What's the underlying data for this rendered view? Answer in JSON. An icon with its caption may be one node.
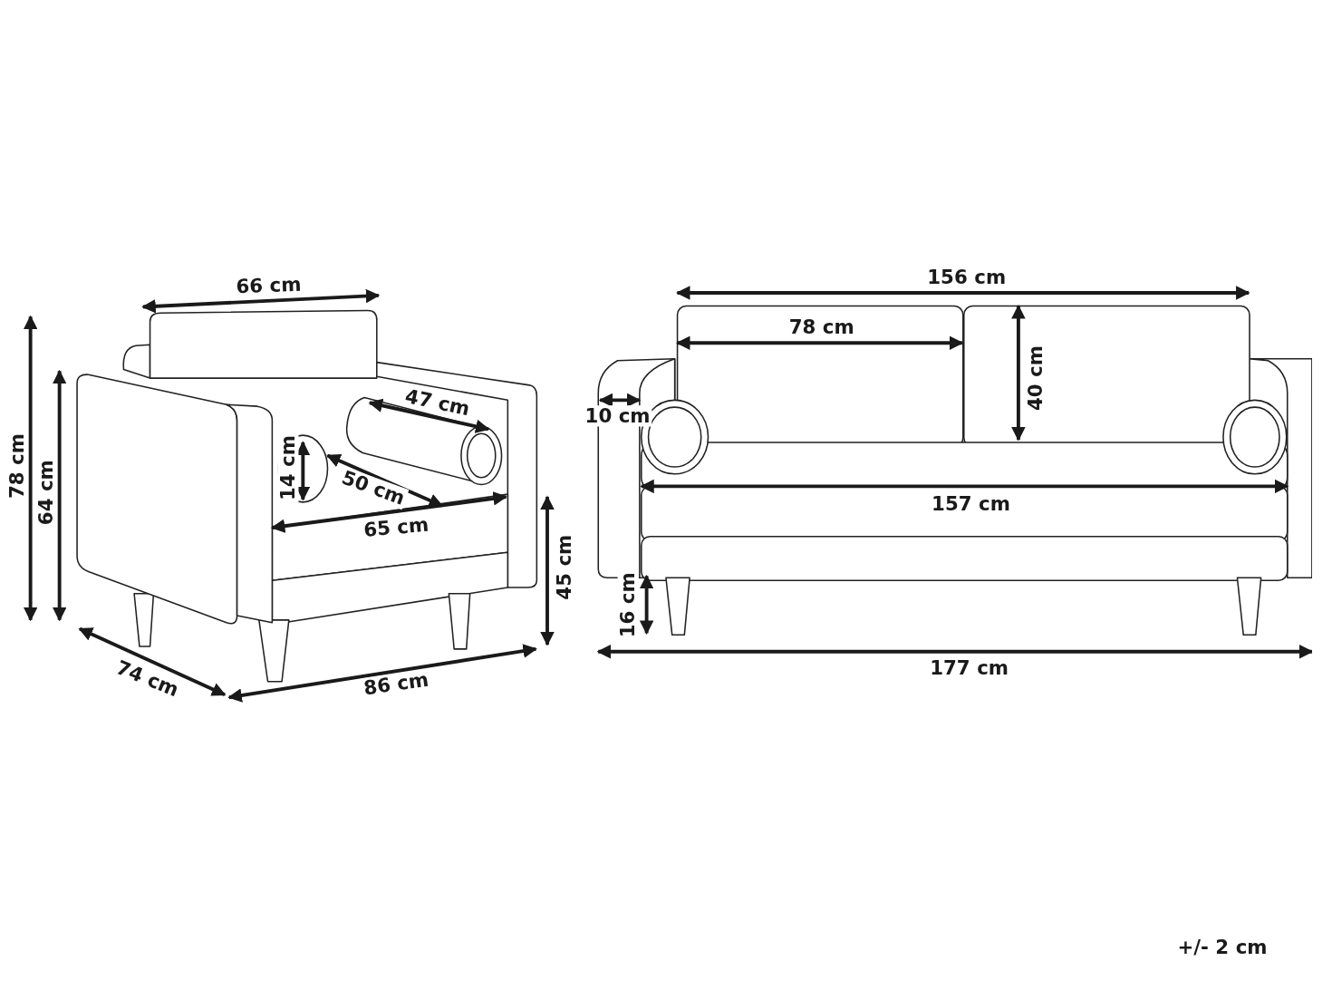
{
  "diagram": {
    "labels": [
      "78 cm",
      "64 cm",
      "66 cm",
      "47 cm",
      "14 cm",
      "50 cm",
      "65 cm",
      "45 cm",
      "74 cm",
      "86 cm",
      "156 cm",
      "78 cm",
      "40 cm",
      "10 cm",
      "157 cm",
      "16 cm",
      "177 cm",
      "+/- 2 cm"
    ]
  }
}
